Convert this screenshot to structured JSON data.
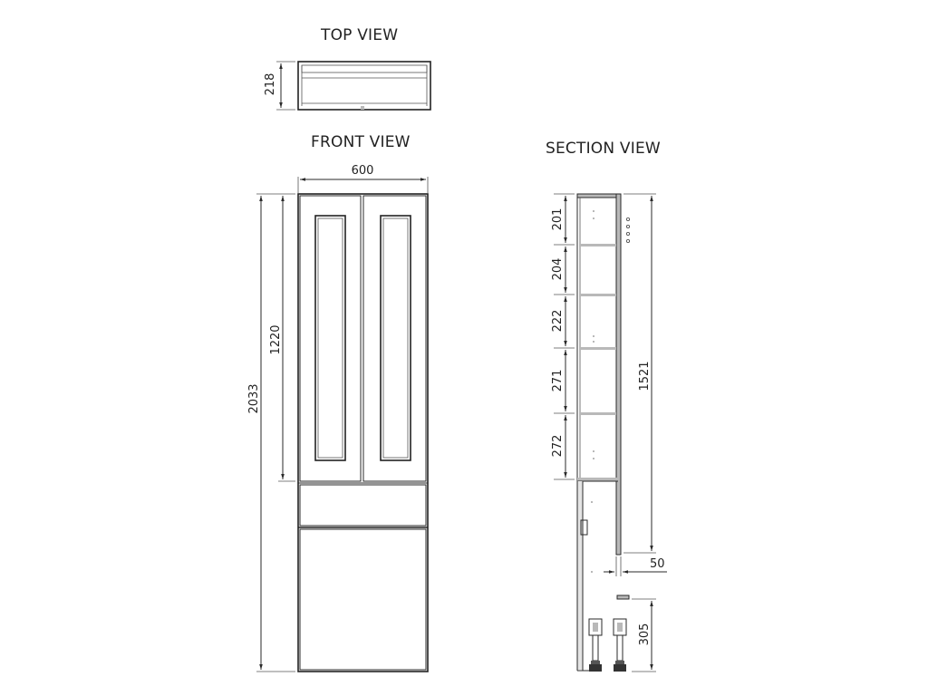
{
  "titles": {
    "top_view": "TOP VIEW",
    "front_view": "FRONT VIEW",
    "section_view": "SECTION VIEW"
  },
  "dimensions": {
    "top_depth": "218",
    "front_width": "600",
    "front_total_height": "2033",
    "front_door_height": "1220",
    "shelf_1": "201",
    "shelf_2": "204",
    "shelf_3": "222",
    "shelf_4": "271",
    "shelf_5": "272",
    "section_height": "1521",
    "panel_thickness": "50",
    "leg_height": "305"
  },
  "colors": {
    "line": "#2a2a2a",
    "fill_gray": "#b9b9b9"
  }
}
